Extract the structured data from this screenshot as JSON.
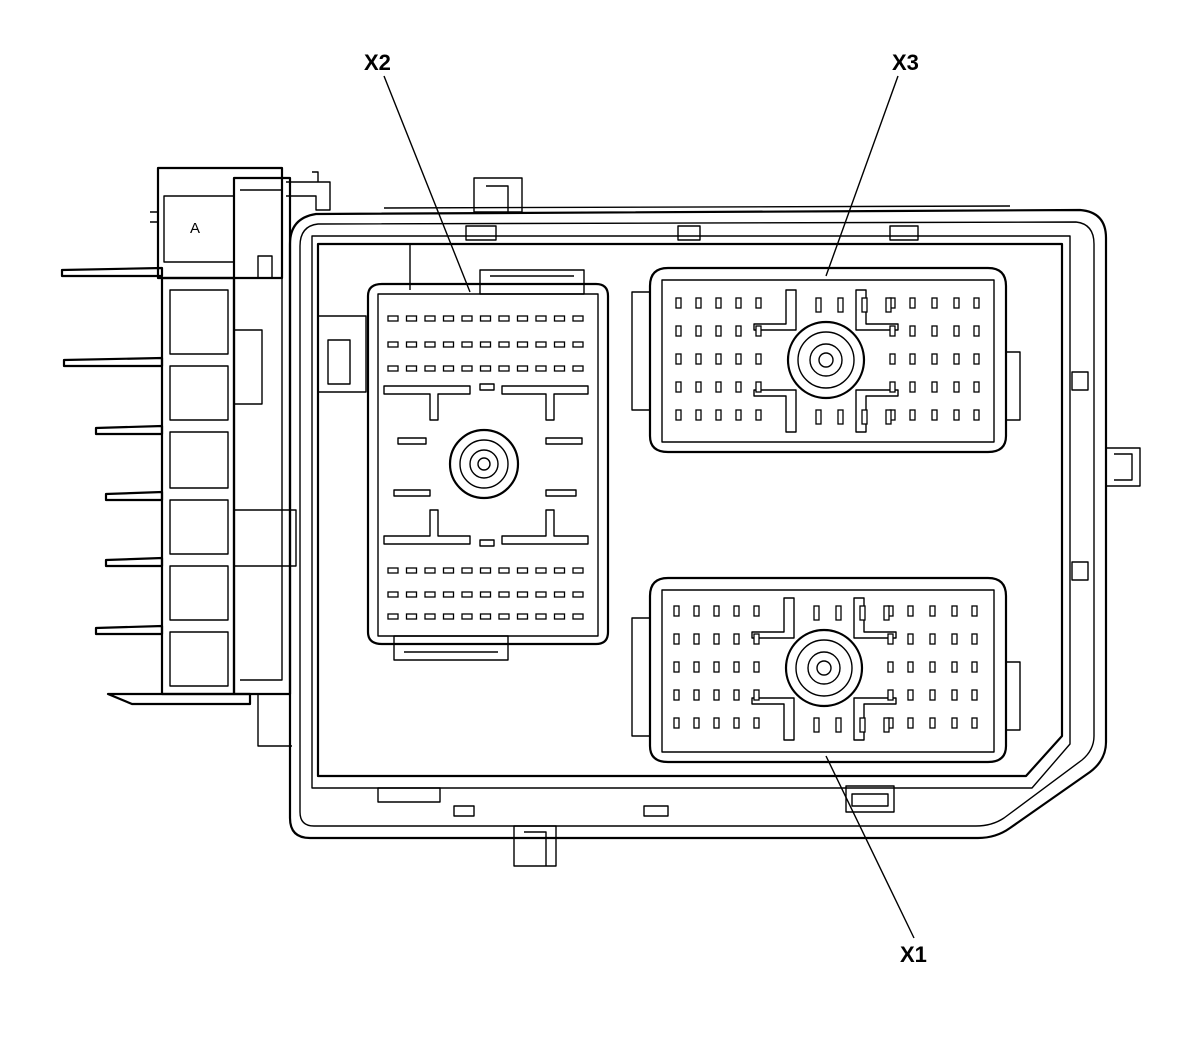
{
  "labels": {
    "x1": "X1",
    "x2": "X2",
    "x3": "X3",
    "side_a": "A"
  }
}
